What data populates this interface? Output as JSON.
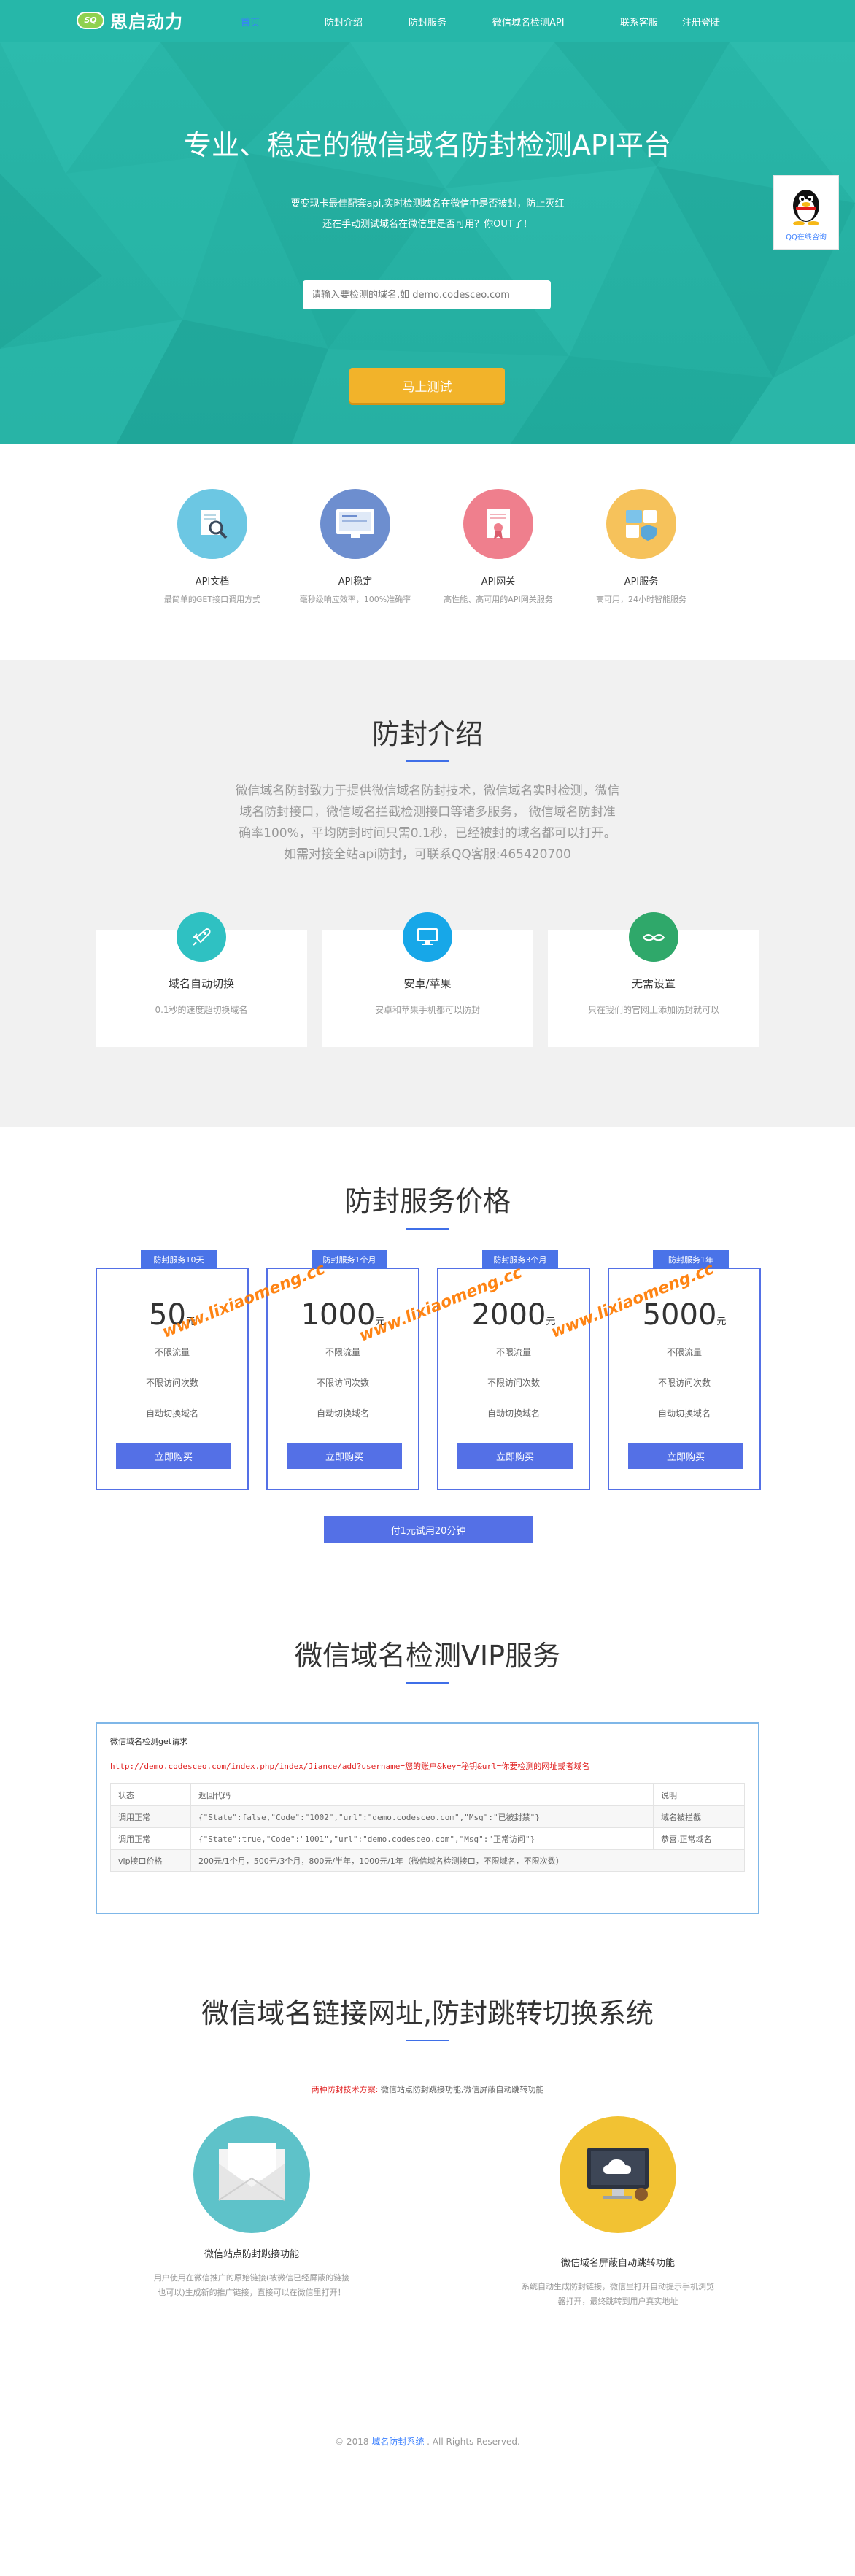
{
  "nav": {
    "logo_badge": "SQ",
    "logo_text": "思启动力",
    "items": [
      {
        "label": "首页"
      },
      {
        "label": "防封介绍"
      },
      {
        "label": "防封服务"
      },
      {
        "label": "微信域名检测API"
      },
      {
        "label": "联系客服"
      },
      {
        "label": "注册登陆"
      }
    ]
  },
  "hero": {
    "title": "专业、稳定的微信域名防封检测API平台",
    "sub1": "要变现卡最佳配套api,实时检测域名在微信中是否被封，防止灭红",
    "sub2": "还在手动测试域名在微信里是否可用？你OUT了！",
    "input_placeholder": "请输入要检测的域名,如 demo.codesceo.com",
    "button": "马上测试"
  },
  "qq_float": {
    "caption": "QQ在线咨询"
  },
  "features": [
    {
      "title": "API文档",
      "desc": "最简单的GET接口调用方式",
      "color": "#6cc7e3"
    },
    {
      "title": "API稳定",
      "desc": "毫秒级响应效率，100%准确率",
      "color": "#6d8ecf"
    },
    {
      "title": "API网关",
      "desc": "高性能、高可用的API网关服务",
      "color": "#ef7f8d"
    },
    {
      "title": "API服务",
      "desc": "高可用，24小时智能服务",
      "color": "#f6c25b"
    }
  ],
  "intro": {
    "title": "防封介绍",
    "lines": [
      "微信域名防封致力于提供微信域名防封技术，微信域名实时检测，微信",
      "域名防封接口，微信域名拦截检测接口等诸多服务， 微信域名防封准",
      "确率100%，平均防封时间只需0.1秒，已经被封的域名都可以打开。",
      "如需对接全站api防封，可联系QQ客服:465420700"
    ],
    "cards": [
      {
        "title": "域名自动切换",
        "desc": "0.1秒的速度超切换域名",
        "color": "#2fc1c2"
      },
      {
        "title": "安卓/苹果",
        "desc": "安卓和苹果手机都可以防封",
        "color": "#17a7e8"
      },
      {
        "title": "无需设置",
        "desc": "只在我们的官网上添加防封就可以",
        "color": "#2fa86a"
      }
    ]
  },
  "pricing": {
    "title": "防封服务价格",
    "plans": [
      {
        "tag": "防封服务10天",
        "price": "50",
        "unit": "元",
        "l1": "不限流量",
        "l2": "不限访问次数",
        "l3": "自动切换域名",
        "button": "立即购买"
      },
      {
        "tag": "防封服务1个月",
        "price": "1000",
        "unit": "元",
        "l1": "不限流量",
        "l2": "不限访问次数",
        "l3": "自动切换域名",
        "button": "立即购买"
      },
      {
        "tag": "防封服务3个月",
        "price": "2000",
        "unit": "元",
        "l1": "不限流量",
        "l2": "不限访问次数",
        "l3": "自动切换域名",
        "button": "立即购买"
      },
      {
        "tag": "防封服务1年",
        "price": "5000",
        "unit": "元",
        "l1": "不限流量",
        "l2": "不限访问次数",
        "l3": "自动切换域名",
        "button": "立即购买"
      }
    ],
    "trial_button": "付1元试用20分钟",
    "watermark": "www.lixiaomeng.cc"
  },
  "vip": {
    "title": "微信域名检测VIP服务",
    "head": "微信域名检测get请求",
    "url": "http://demo.codesceo.com/index.php/index/Jiance/add?username=您的账户&key=秘钥&url=你要检测的网址或者域名",
    "col_status": "状态",
    "col_return": "返回代码",
    "col_note": "说明",
    "rows": [
      {
        "status": "调用正常",
        "code": "{\"State\":false,\"Code\":\"1002\",\"url\":\"demo.codesceo.com\",\"Msg\":\"已被封禁\"}",
        "note": "域名被拦截"
      },
      {
        "status": "调用正常",
        "code": "{\"State\":true,\"Code\":\"1001\",\"url\":\"demo.codesceo.com\",\"Msg\":\"正常访问\"}",
        "note": "恭喜,正常域名"
      },
      {
        "status": "vip接口价格",
        "code": "200元/1个月，500元/3个月，800元/半年，1000元/1年（微信域名检测接口，不限域名，不限次数）",
        "note": ""
      }
    ]
  },
  "jump": {
    "title": "微信域名链接网址,防封跳转切换系统",
    "note_red": "两种防封技术方案:",
    "note_rest": " 微信站点防封跳接功能,微信屏蔽自动跳转功能",
    "items": [
      {
        "title": "微信站点防封跳接功能",
        "desc1": "用户使用在微信推广的原始链接(被微信已经屏蔽的链接",
        "desc2": "也可以)生成新的推广链接，直接可以在微信里打开！"
      },
      {
        "title": "微信域名屏蔽自动跳转功能",
        "desc1": "系统自动生成防封链接，微信里打开自动提示手机浏览",
        "desc2": "器打开，最终跳转到用户真实地址"
      }
    ]
  },
  "footer": {
    "prefix": "© 2018 ",
    "link": "域名防封系统",
    "suffix": " . All Rights Reserved."
  }
}
